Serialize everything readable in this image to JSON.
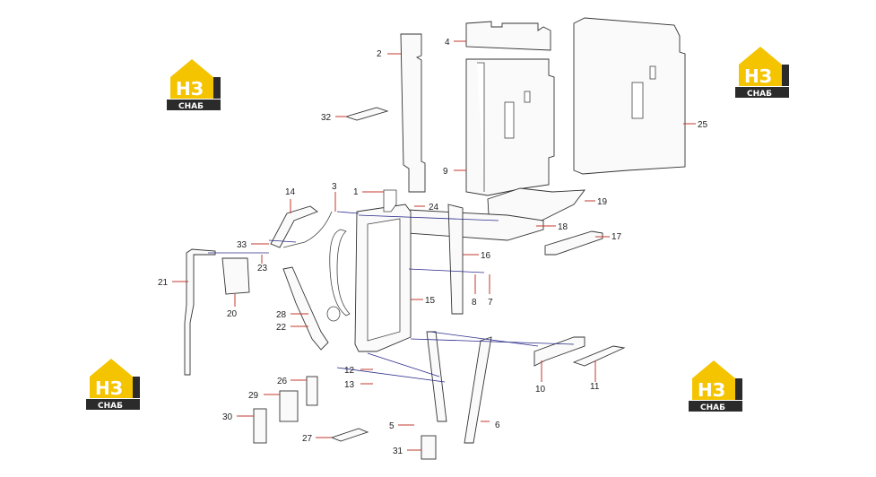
{
  "watermark": {
    "logo_main": "НЗ",
    "logo_sub": "СНАБ",
    "colors": {
      "yellow": "#f5c400",
      "dark": "#2b2b2b"
    }
  },
  "colors": {
    "leader": "#c0392b",
    "assembly": "#2b2b8c"
  },
  "callouts": [
    {
      "id": "c1",
      "label": "1"
    },
    {
      "id": "c2",
      "label": "2"
    },
    {
      "id": "c3",
      "label": "3"
    },
    {
      "id": "c4",
      "label": "4"
    },
    {
      "id": "c5",
      "label": "5"
    },
    {
      "id": "c6",
      "label": "6"
    },
    {
      "id": "c7",
      "label": "7"
    },
    {
      "id": "c8",
      "label": "8"
    },
    {
      "id": "c9",
      "label": "9"
    },
    {
      "id": "c10",
      "label": "10"
    },
    {
      "id": "c11",
      "label": "11"
    },
    {
      "id": "c12",
      "label": "12"
    },
    {
      "id": "c13",
      "label": "13"
    },
    {
      "id": "c14",
      "label": "14"
    },
    {
      "id": "c15",
      "label": "15"
    },
    {
      "id": "c16",
      "label": "16"
    },
    {
      "id": "c17",
      "label": "17"
    },
    {
      "id": "c18",
      "label": "18"
    },
    {
      "id": "c19",
      "label": "19"
    },
    {
      "id": "c20",
      "label": "20"
    },
    {
      "id": "c21",
      "label": "21"
    },
    {
      "id": "c22",
      "label": "22"
    },
    {
      "id": "c23",
      "label": "23"
    },
    {
      "id": "c24",
      "label": "24"
    },
    {
      "id": "c25",
      "label": "25"
    },
    {
      "id": "c26",
      "label": "26"
    },
    {
      "id": "c27",
      "label": "27"
    },
    {
      "id": "c28",
      "label": "28"
    },
    {
      "id": "c29",
      "label": "29"
    },
    {
      "id": "c30",
      "label": "30"
    },
    {
      "id": "c31",
      "label": "31"
    },
    {
      "id": "c32",
      "label": "32"
    },
    {
      "id": "c33",
      "label": "33"
    }
  ]
}
